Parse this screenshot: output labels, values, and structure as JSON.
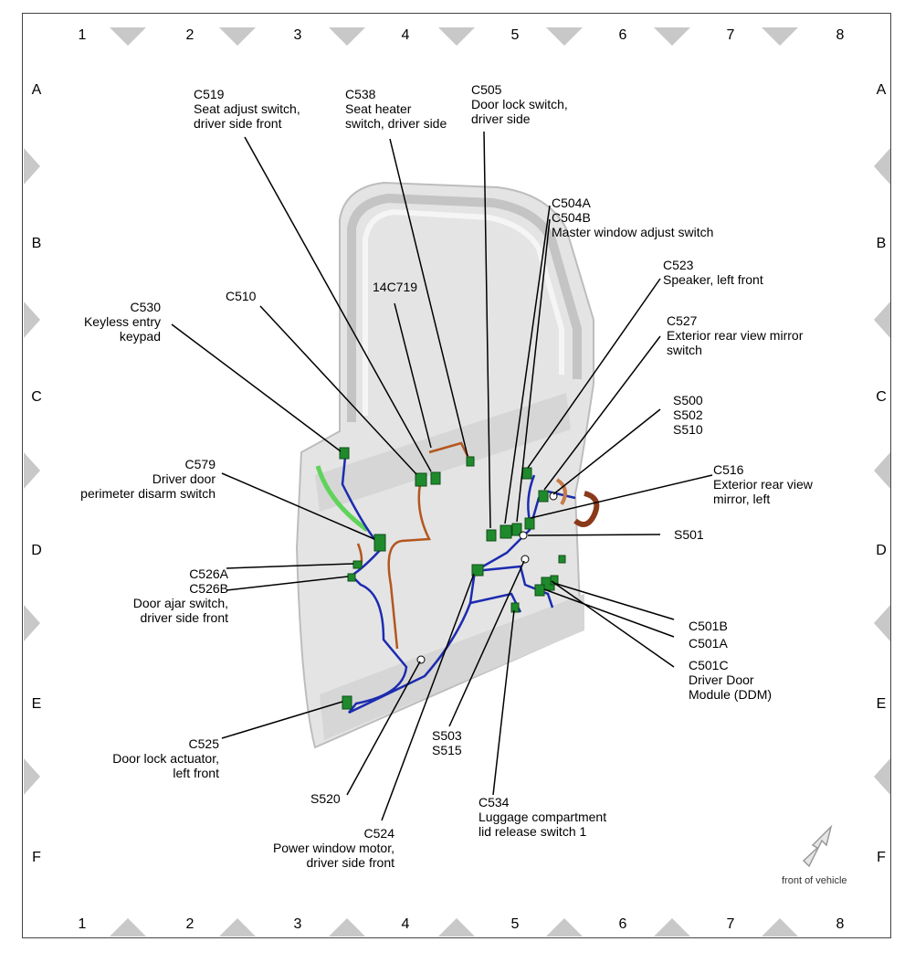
{
  "grid": {
    "columns": [
      "1",
      "2",
      "3",
      "4",
      "5",
      "6",
      "7",
      "8"
    ],
    "rows": [
      "A",
      "B",
      "C",
      "D",
      "E",
      "F"
    ]
  },
  "callouts": {
    "c519": [
      "C519",
      "Seat adjust switch,",
      "driver side front"
    ],
    "c538": [
      "C538",
      "Seat heater",
      "switch, driver side"
    ],
    "c505": [
      "C505",
      "Door lock switch,",
      "driver side"
    ],
    "c504": [
      "C504A",
      "C504B",
      "Master window adjust switch"
    ],
    "c523": [
      "C523",
      "Speaker, left front"
    ],
    "c527": [
      "C527",
      "Exterior rear view mirror",
      "switch"
    ],
    "s500": [
      "S500",
      "S502",
      "S510"
    ],
    "c516": [
      "C516",
      "Exterior rear view",
      "mirror, left"
    ],
    "s501": [
      "S501"
    ],
    "c530": [
      "C530",
      "Keyless entry",
      "keypad"
    ],
    "c510": [
      "C510"
    ],
    "c14c719": [
      "14C719"
    ],
    "c579": [
      "C579",
      "Driver door",
      "perimeter disarm switch"
    ],
    "c526": [
      "C526A",
      "C526B",
      "Door ajar switch,",
      "driver side front"
    ],
    "c525": [
      "C525",
      "Door lock actuator,",
      "left front"
    ],
    "s520": [
      "S520"
    ],
    "c524": [
      "C524",
      "Power window motor,",
      "driver side front"
    ],
    "s503": [
      "S503",
      "S515"
    ],
    "c534": [
      "C534",
      "Luggage compartment",
      "lid release switch 1"
    ],
    "c501b": [
      "C501B"
    ],
    "c501a": [
      "C501A"
    ],
    "c501c": [
      "C501C",
      "Driver Door",
      "Module (DDM)"
    ]
  },
  "front_of_vehicle": "front of vehicle",
  "colors": {
    "connector": "#1f8a2c",
    "harness_blue": "#1c2bb0",
    "harness_orange": "#b4561e",
    "seal_green": "#5fd35a",
    "door_panel": "#e2e2e2",
    "grid_marker": "#c8c8c8"
  }
}
